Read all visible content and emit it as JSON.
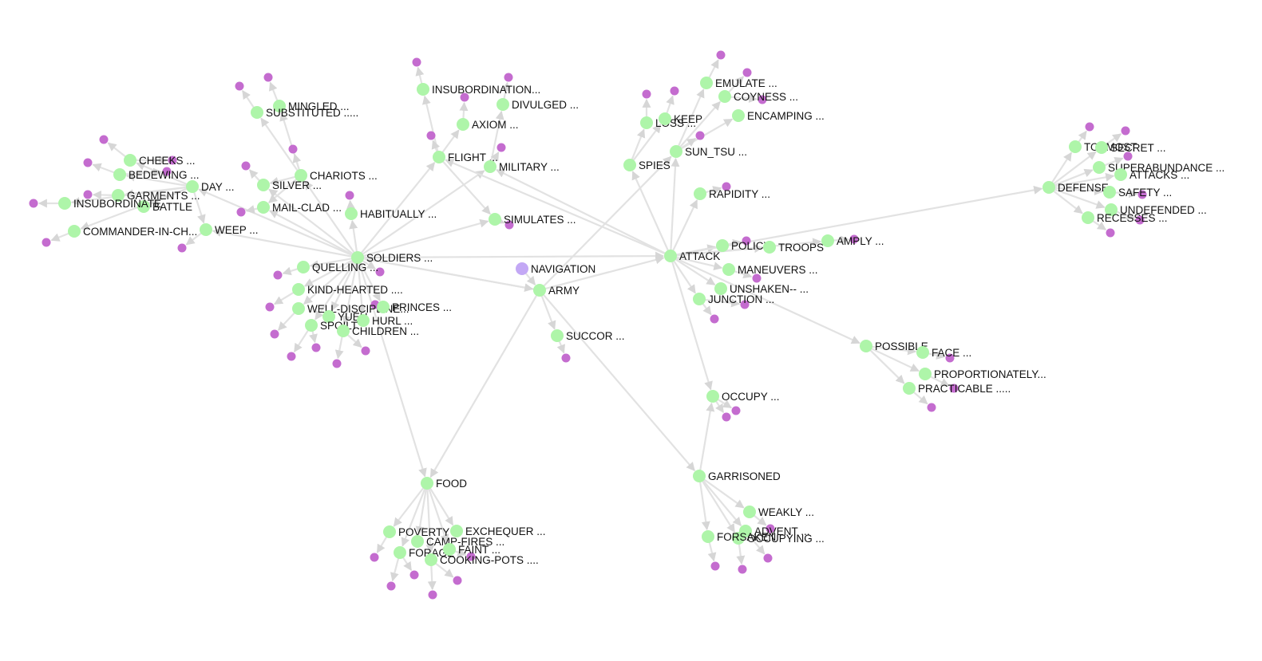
{
  "graph": {
    "colors": {
      "node": "#aef5a9",
      "root": "#c3a8f5",
      "leaf": "#c46ccf",
      "edge": "#e2e2e2",
      "text": "#111111"
    },
    "root": {
      "id": "navigation",
      "label": "NAVIGATION"
    },
    "nodes": [
      {
        "id": "army",
        "label": "ARMY"
      },
      {
        "id": "soldiers",
        "label": "SOLDIERS ..."
      },
      {
        "id": "attack",
        "label": "ATTACK"
      },
      {
        "id": "food",
        "label": "FOOD"
      },
      {
        "id": "garrisoned",
        "label": "GARRISONED"
      },
      {
        "id": "defense",
        "label": "DEFENSE"
      },
      {
        "id": "succor",
        "label": "SUCCOR ..."
      },
      {
        "id": "insubordination1",
        "label": "INSUBORDINATION..."
      },
      {
        "id": "divulged",
        "label": "DIVULGED ..."
      },
      {
        "id": "axiom",
        "label": "AXIOM ..."
      },
      {
        "id": "flight",
        "label": "FLIGHT ..."
      },
      {
        "id": "military",
        "label": "MILITARY ..."
      },
      {
        "id": "simulates",
        "label": "SIMULATES ..."
      },
      {
        "id": "habitually",
        "label": "HABITUALLY ..."
      },
      {
        "id": "mingled",
        "label": "MINGLED ..."
      },
      {
        "id": "substituted",
        "label": "SUBSTITUTED ....."
      },
      {
        "id": "chariots",
        "label": "CHARIOTS ..."
      },
      {
        "id": "silver",
        "label": "SILVER ..."
      },
      {
        "id": "mailclad",
        "label": "MAIL-CLAD ..."
      },
      {
        "id": "day",
        "label": "DAY ..."
      },
      {
        "id": "cheeks",
        "label": "CHEEKS ..."
      },
      {
        "id": "bedewing",
        "label": "BEDEWING ..."
      },
      {
        "id": "garments",
        "label": "GARMENTS ..."
      },
      {
        "id": "battle",
        "label": "BATTLE"
      },
      {
        "id": "insubordinate",
        "label": "INSUBORDINATE"
      },
      {
        "id": "commander",
        "label": "COMMANDER-IN-CH..."
      },
      {
        "id": "weep",
        "label": "WEEP ..."
      },
      {
        "id": "quelling",
        "label": "QUELLING ..."
      },
      {
        "id": "kindhearted",
        "label": "KIND-HEARTED ...."
      },
      {
        "id": "welldisciplined",
        "label": "WELL-DISCIPLINE..."
      },
      {
        "id": "princes",
        "label": "PRINCES ..."
      },
      {
        "id": "yueh",
        "label": "YUEH"
      },
      {
        "id": "hurl",
        "label": "HURL ..."
      },
      {
        "id": "spoilt",
        "label": "SPOILT"
      },
      {
        "id": "children",
        "label": "CHILDREN ..."
      },
      {
        "id": "spies",
        "label": "SPIES"
      },
      {
        "id": "loss",
        "label": "LOSS ..."
      },
      {
        "id": "keep",
        "label": "KEEP"
      },
      {
        "id": "suntsu",
        "label": "SUN_TSU ..."
      },
      {
        "id": "emulate",
        "label": "EMULATE ..."
      },
      {
        "id": "coyness",
        "label": "COYNESS ..."
      },
      {
        "id": "encamping",
        "label": "ENCAMPING ..."
      },
      {
        "id": "rapidity",
        "label": "RAPIDITY ..."
      },
      {
        "id": "policy",
        "label": "POLICY"
      },
      {
        "id": "troops",
        "label": "TROOPS"
      },
      {
        "id": "amply",
        "label": "AMPLY ..."
      },
      {
        "id": "maneuvers",
        "label": "MANEUVERS ..."
      },
      {
        "id": "unshaken",
        "label": "UNSHAKEN-- ..."
      },
      {
        "id": "junction",
        "label": "JUNCTION ..."
      },
      {
        "id": "possible",
        "label": "POSSIBLE"
      },
      {
        "id": "face",
        "label": "FACE ..."
      },
      {
        "id": "proportionately",
        "label": "PROPORTIONATELY..."
      },
      {
        "id": "practicable",
        "label": "PRACTICABLE ....."
      },
      {
        "id": "occupy",
        "label": "OCCUPY ..."
      },
      {
        "id": "weakly",
        "label": "WEAKLY ..."
      },
      {
        "id": "advent",
        "label": "ADVENT ..."
      },
      {
        "id": "occupying",
        "label": "OCCUPYING ..."
      },
      {
        "id": "forsaken",
        "label": "FORSAKEN"
      },
      {
        "id": "topmost",
        "label": "TOPMOST"
      },
      {
        "id": "secret",
        "label": "SECRET ..."
      },
      {
        "id": "superabundance",
        "label": "SUPERABUNDANCE ..."
      },
      {
        "id": "attacks",
        "label": "ATTACKS ..."
      },
      {
        "id": "safety",
        "label": "SAFETY ..."
      },
      {
        "id": "undefended",
        "label": "UNDEFENDED ..."
      },
      {
        "id": "recesses",
        "label": "RECESSES ..."
      },
      {
        "id": "poverty",
        "label": "POVERTY ..."
      },
      {
        "id": "exchequer",
        "label": "EXCHEQUER ..."
      },
      {
        "id": "campfires",
        "label": "CAMP-FIRES ..."
      },
      {
        "id": "forage",
        "label": "FORAGE"
      },
      {
        "id": "faint",
        "label": "FAINT ..."
      },
      {
        "id": "cookingpots",
        "label": "COOKING-POTS ...."
      }
    ]
  }
}
